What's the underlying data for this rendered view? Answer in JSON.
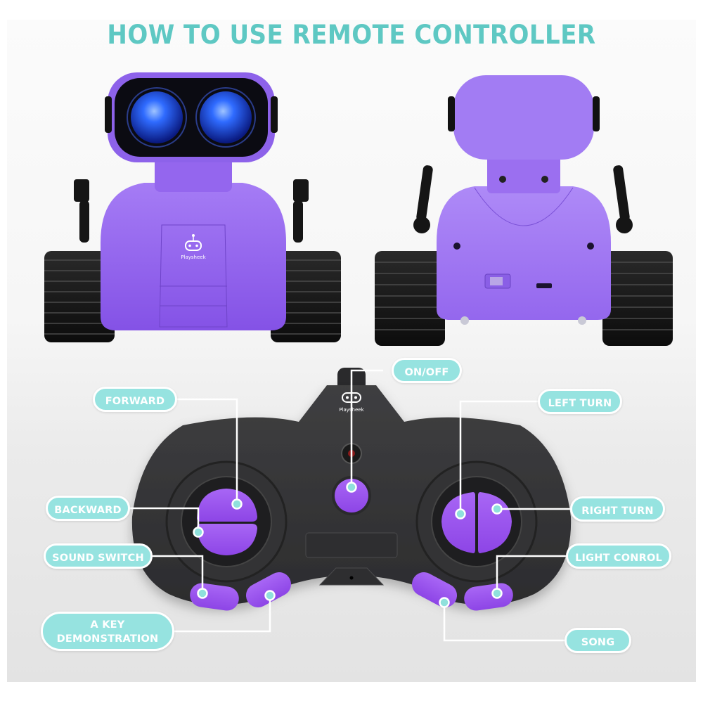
{
  "title": "HOW TO USE REMOTE CONTROLLER",
  "colors": {
    "title_teal": "#5ec8c3",
    "label_fill": "#96e3e0",
    "label_text": "#ffffff",
    "robot_purple": "#9a6bf0",
    "controller_body": "#38383a",
    "button_purple": "#9b55ee",
    "eye_blue": "#2a5cff"
  },
  "brand": "Playsheek",
  "robots": [
    {
      "view": "front",
      "icon": "robot-front-icon"
    },
    {
      "view": "back",
      "icon": "robot-back-icon"
    }
  ],
  "controller": {
    "icon": "remote-controller-icon",
    "labels": {
      "forward": "FORWARD",
      "on_off": "ON/OFF",
      "left_turn": "LEFT TURN",
      "backward": "BACKWARD",
      "right_turn": "RIGHT TURN",
      "sound_switch": "SOUND SWITCH",
      "light_control": "LIGHT CONROL",
      "key_demo_line1": "A KEY",
      "key_demo_line2": "DEMONSTRATION",
      "song": "SONG"
    }
  }
}
